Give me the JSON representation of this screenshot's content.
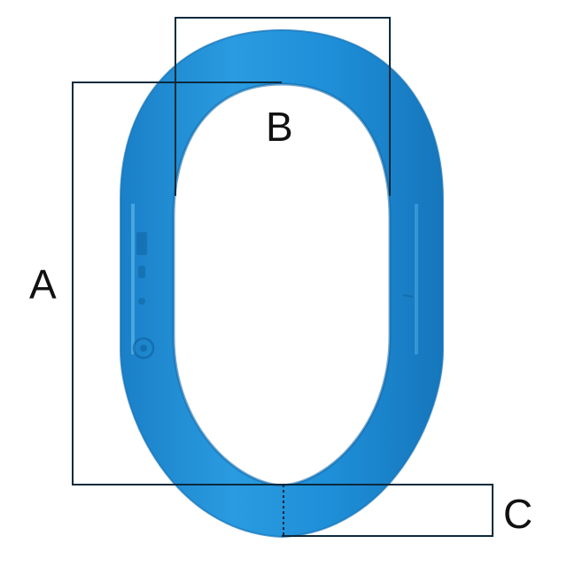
{
  "diagram": {
    "dimensions": [
      {
        "key": "A",
        "label": "A"
      },
      {
        "key": "B",
        "label": "B"
      },
      {
        "key": "C",
        "label": "C"
      }
    ]
  },
  "colors": {
    "ring": "#1e8fd8",
    "ring_dark": "#1070b4",
    "ring_light": "#55b6ee",
    "dimension_line": "#0b2a3c",
    "label": "#111111",
    "background": "#ffffff"
  },
  "ring_marking_icon": "circle-logo-icon"
}
